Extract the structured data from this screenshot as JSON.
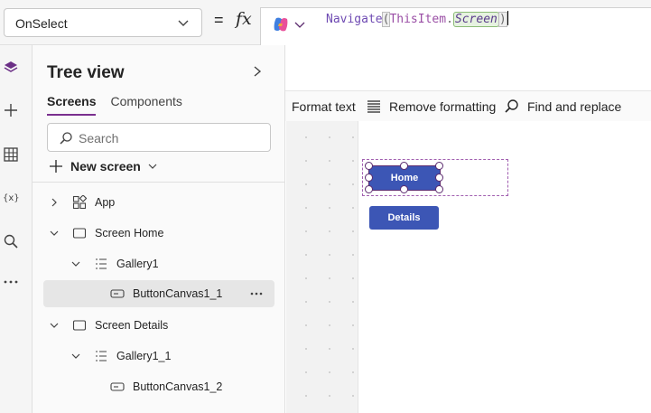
{
  "formula_bar": {
    "property": "OnSelect",
    "equals": "=",
    "fx": "fx",
    "code": {
      "fn": "Navigate",
      "open_paren": "(",
      "identifier": "ThisItem",
      "dot": ".",
      "property": "Screen",
      "close_paren": ")"
    },
    "format_text": "Format text",
    "remove_formatting": "Remove formatting",
    "find_replace": "Find and replace"
  },
  "tree_view": {
    "title": "Tree view",
    "tabs": [
      "Screens",
      "Components"
    ],
    "active_tab": "Screens",
    "search_placeholder": "Search",
    "new_screen": "New screen",
    "nodes": [
      {
        "label": "App"
      },
      {
        "label": "Screen Home"
      },
      {
        "label": "Gallery1"
      },
      {
        "label": "ButtonCanvas1_1"
      },
      {
        "label": "Screen Details"
      },
      {
        "label": "Gallery1_1"
      },
      {
        "label": "ButtonCanvas1_2"
      }
    ]
  },
  "canvas": {
    "home_button": "Home",
    "details_button": "Details"
  },
  "colors": {
    "accent": "#7a2f8f",
    "button": "#3c56b5"
  }
}
